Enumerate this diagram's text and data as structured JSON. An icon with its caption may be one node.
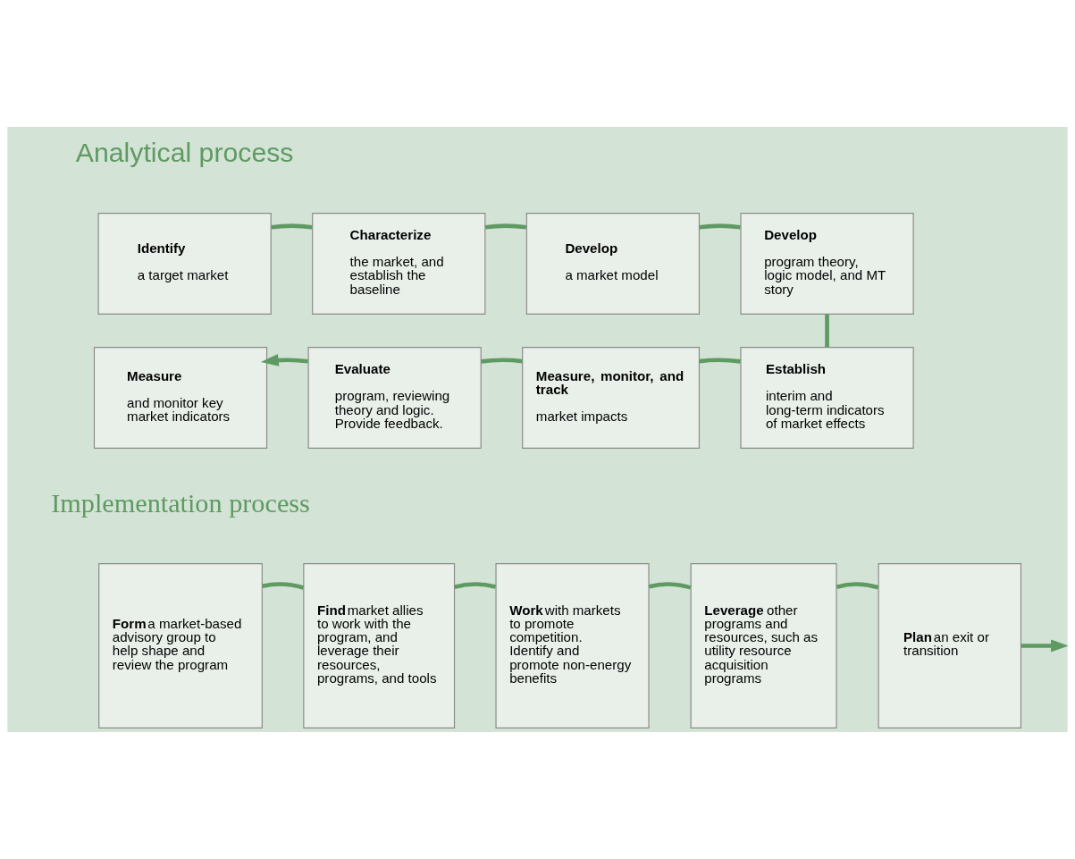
{
  "diagram": {
    "nodes": [
      {
        "text": [
          "Identify",
          "a target market"
        ]
      },
      {
        "text": [
          "Characterize",
          "the market, and establish the baseline"
        ]
      },
      {
        "text": [
          "Develop",
          "a market model"
        ]
      },
      {
        "text": [
          "Develop",
          "program theory, logic model, and MT story"
        ]
      },
      {
        "text": [
          "Establish",
          "interim and long-term indicators of market effects"
        ]
      },
      {
        "text": [
          "Measure, monitor, and track",
          "market impacts"
        ]
      },
      {
        "text": [
          "Evaluate",
          "program, reviewing theory and logic. Provide feedback."
        ]
      },
      {
        "text": [
          "Measure",
          "and monitor key market indicators"
        ]
      },
      {
        "text": [
          "Form",
          "a market-based advisory group to help shape and review the program"
        ]
      },
      {
        "text": [
          "Find",
          "market allies to work with the program, and leverage their resources, programs, and tools"
        ]
      },
      {
        "text": [
          "Work",
          "with markets to promote competition. Identify and promote non-energy benefits"
        ]
      },
      {
        "text": [
          "Leverage",
          "other programs and resources, such as utility resource acquisition programs"
        ]
      },
      {
        "text": [
          "Plan",
          "an exit or transition"
        ]
      }
    ],
    "edges": [
      {
        "from": 0,
        "to": 1,
        "arrow": "none"
      },
      {
        "from": 1,
        "to": 2,
        "arrow": "none"
      },
      {
        "from": 2,
        "to": 3,
        "arrow": "none"
      },
      {
        "from": 3,
        "to": 4,
        "arrow": "none"
      },
      {
        "from": 4,
        "to": 5,
        "arrow": "none"
      },
      {
        "from": 5,
        "to": 6,
        "arrow": "none"
      },
      {
        "from": 6,
        "to": 7,
        "arrow": "to"
      },
      {
        "from": 8,
        "to": 9,
        "arrow": "none"
      },
      {
        "from": 9,
        "to": 10,
        "arrow": "none"
      },
      {
        "from": 10,
        "to": 11,
        "arrow": "none"
      },
      {
        "from": 11,
        "to": 12,
        "arrow": "none"
      },
      {
        "from": 12,
        "to": null,
        "arrow": "to"
      }
    ],
    "labels": [
      "Analytical process",
      "Implementation process"
    ]
  }
}
